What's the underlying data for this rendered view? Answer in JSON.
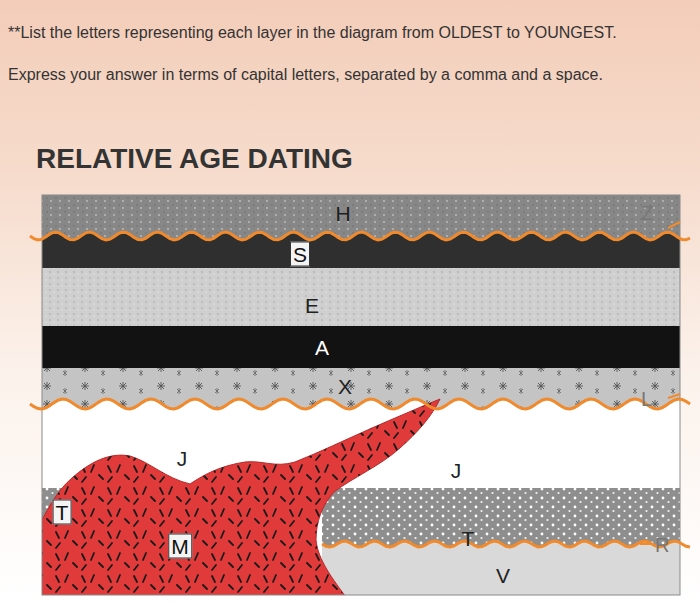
{
  "diagram": {
    "title": "RELATIVE AGE DATING",
    "nodes": [
      {
        "text": [
          "H"
        ]
      },
      {
        "text": [
          "S"
        ]
      },
      {
        "text": [
          "E"
        ]
      },
      {
        "text": [
          "A"
        ]
      },
      {
        "text": [
          "X"
        ]
      },
      {
        "text": [
          "J",
          "J"
        ]
      },
      {
        "text": [
          "T",
          "T"
        ]
      },
      {
        "text": [
          "M"
        ]
      },
      {
        "text": [
          "V"
        ]
      }
    ],
    "edges": [],
    "labels": [
      "**List the letters representing each layer in the diagram from OLDEST to YOUNGEST.",
      "Express your answer in terms of capital letters, separated by a comma and a space.",
      "Z",
      "L",
      "R"
    ]
  }
}
